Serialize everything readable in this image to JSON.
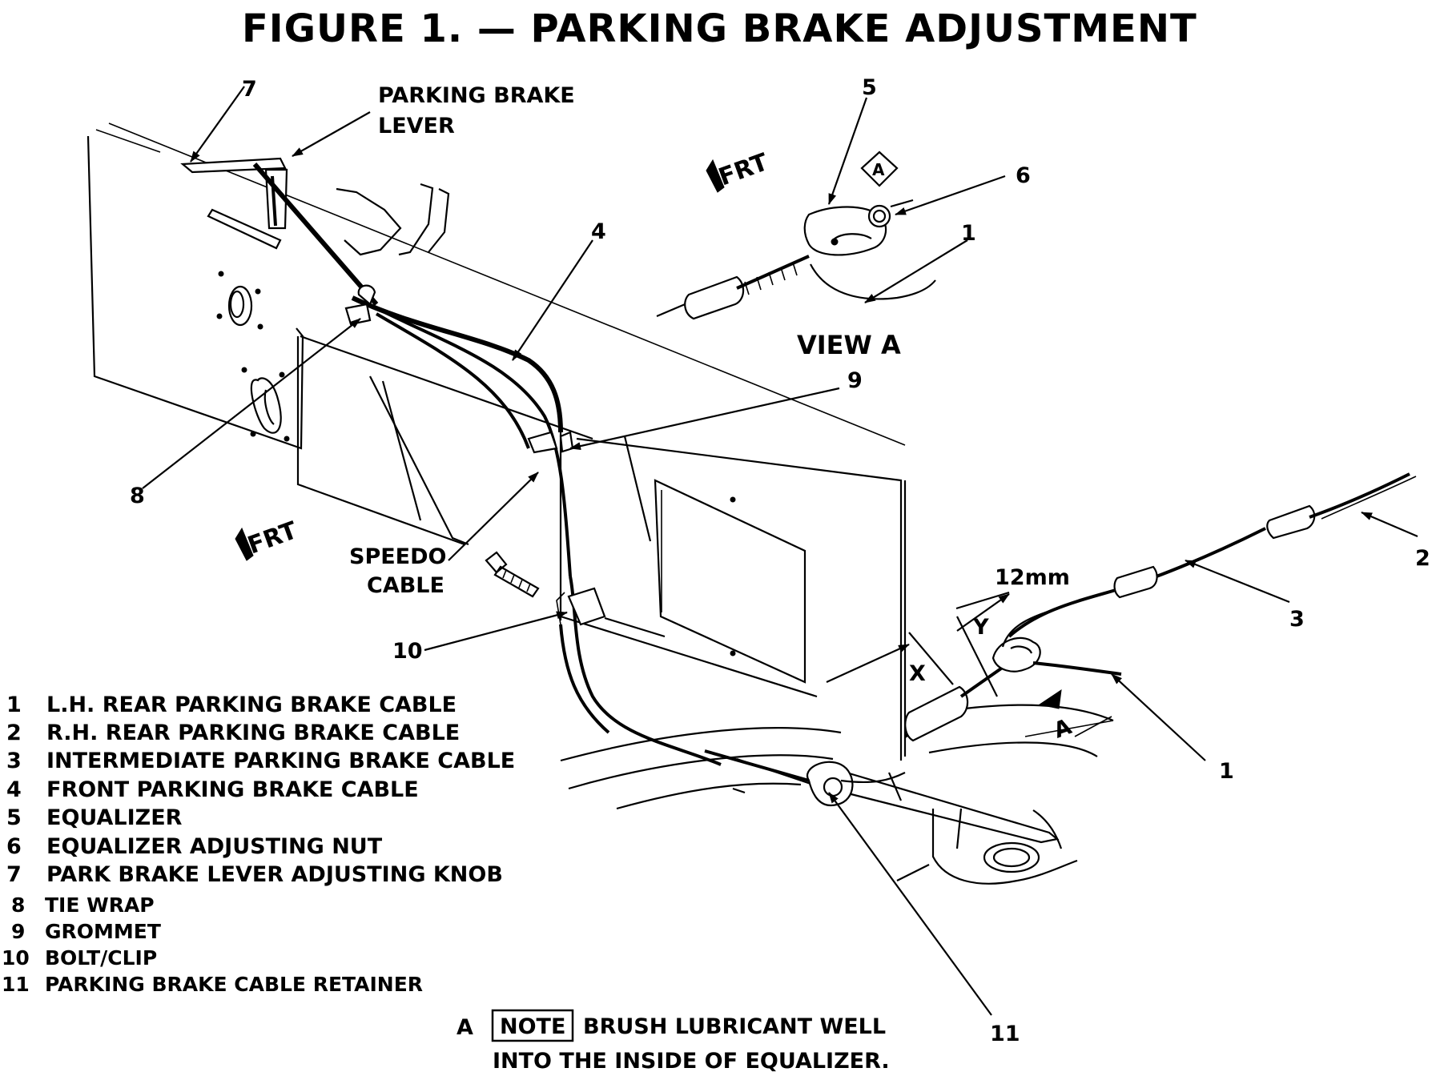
{
  "title": "FIGURE 1. — PARKING BRAKE ADJUSTMENT",
  "callouts": {
    "parking_brake_lever": [
      "PARKING BRAKE",
      "LEVER"
    ],
    "speedo_cable": [
      "SPEEDO",
      "CABLE"
    ],
    "view_a": "VIEW A",
    "frt": "FRT",
    "dimension_12mm": "12mm",
    "dim_x": "X",
    "dim_y": "Y",
    "view_marker": "A"
  },
  "numbers": {
    "n1": "1",
    "n2": "2",
    "n3": "3",
    "n4": "4",
    "n5": "5",
    "n6": "6",
    "n7": "7",
    "n8": "8",
    "n9": "9",
    "n10": "10",
    "n11": "11"
  },
  "legend": [
    {
      "num": "1",
      "text": "L.H. REAR PARKING BRAKE CABLE"
    },
    {
      "num": "2",
      "text": "R.H. REAR PARKING BRAKE CABLE"
    },
    {
      "num": "3",
      "text": "INTERMEDIATE PARKING BRAKE CABLE"
    },
    {
      "num": "4",
      "text": "FRONT PARKING BRAKE CABLE"
    },
    {
      "num": "5",
      "text": "EQUALIZER"
    },
    {
      "num": "6",
      "text": "EQUALIZER ADJUSTING NUT"
    },
    {
      "num": "7",
      "text": "PARK BRAKE LEVER ADJUSTING KNOB"
    },
    {
      "num": "8",
      "text": "TIE WRAP"
    },
    {
      "num": "9",
      "text": "GROMMET"
    },
    {
      "num": "10",
      "text": "BOLT/CLIP"
    },
    {
      "num": "11",
      "text": "PARKING BRAKE CABLE RETAINER"
    }
  ],
  "note": {
    "marker": "A",
    "label": "NOTE",
    "line1": "BRUSH LUBRICANT WELL",
    "line2": "INTO THE INSIDE OF EQUALIZER."
  }
}
